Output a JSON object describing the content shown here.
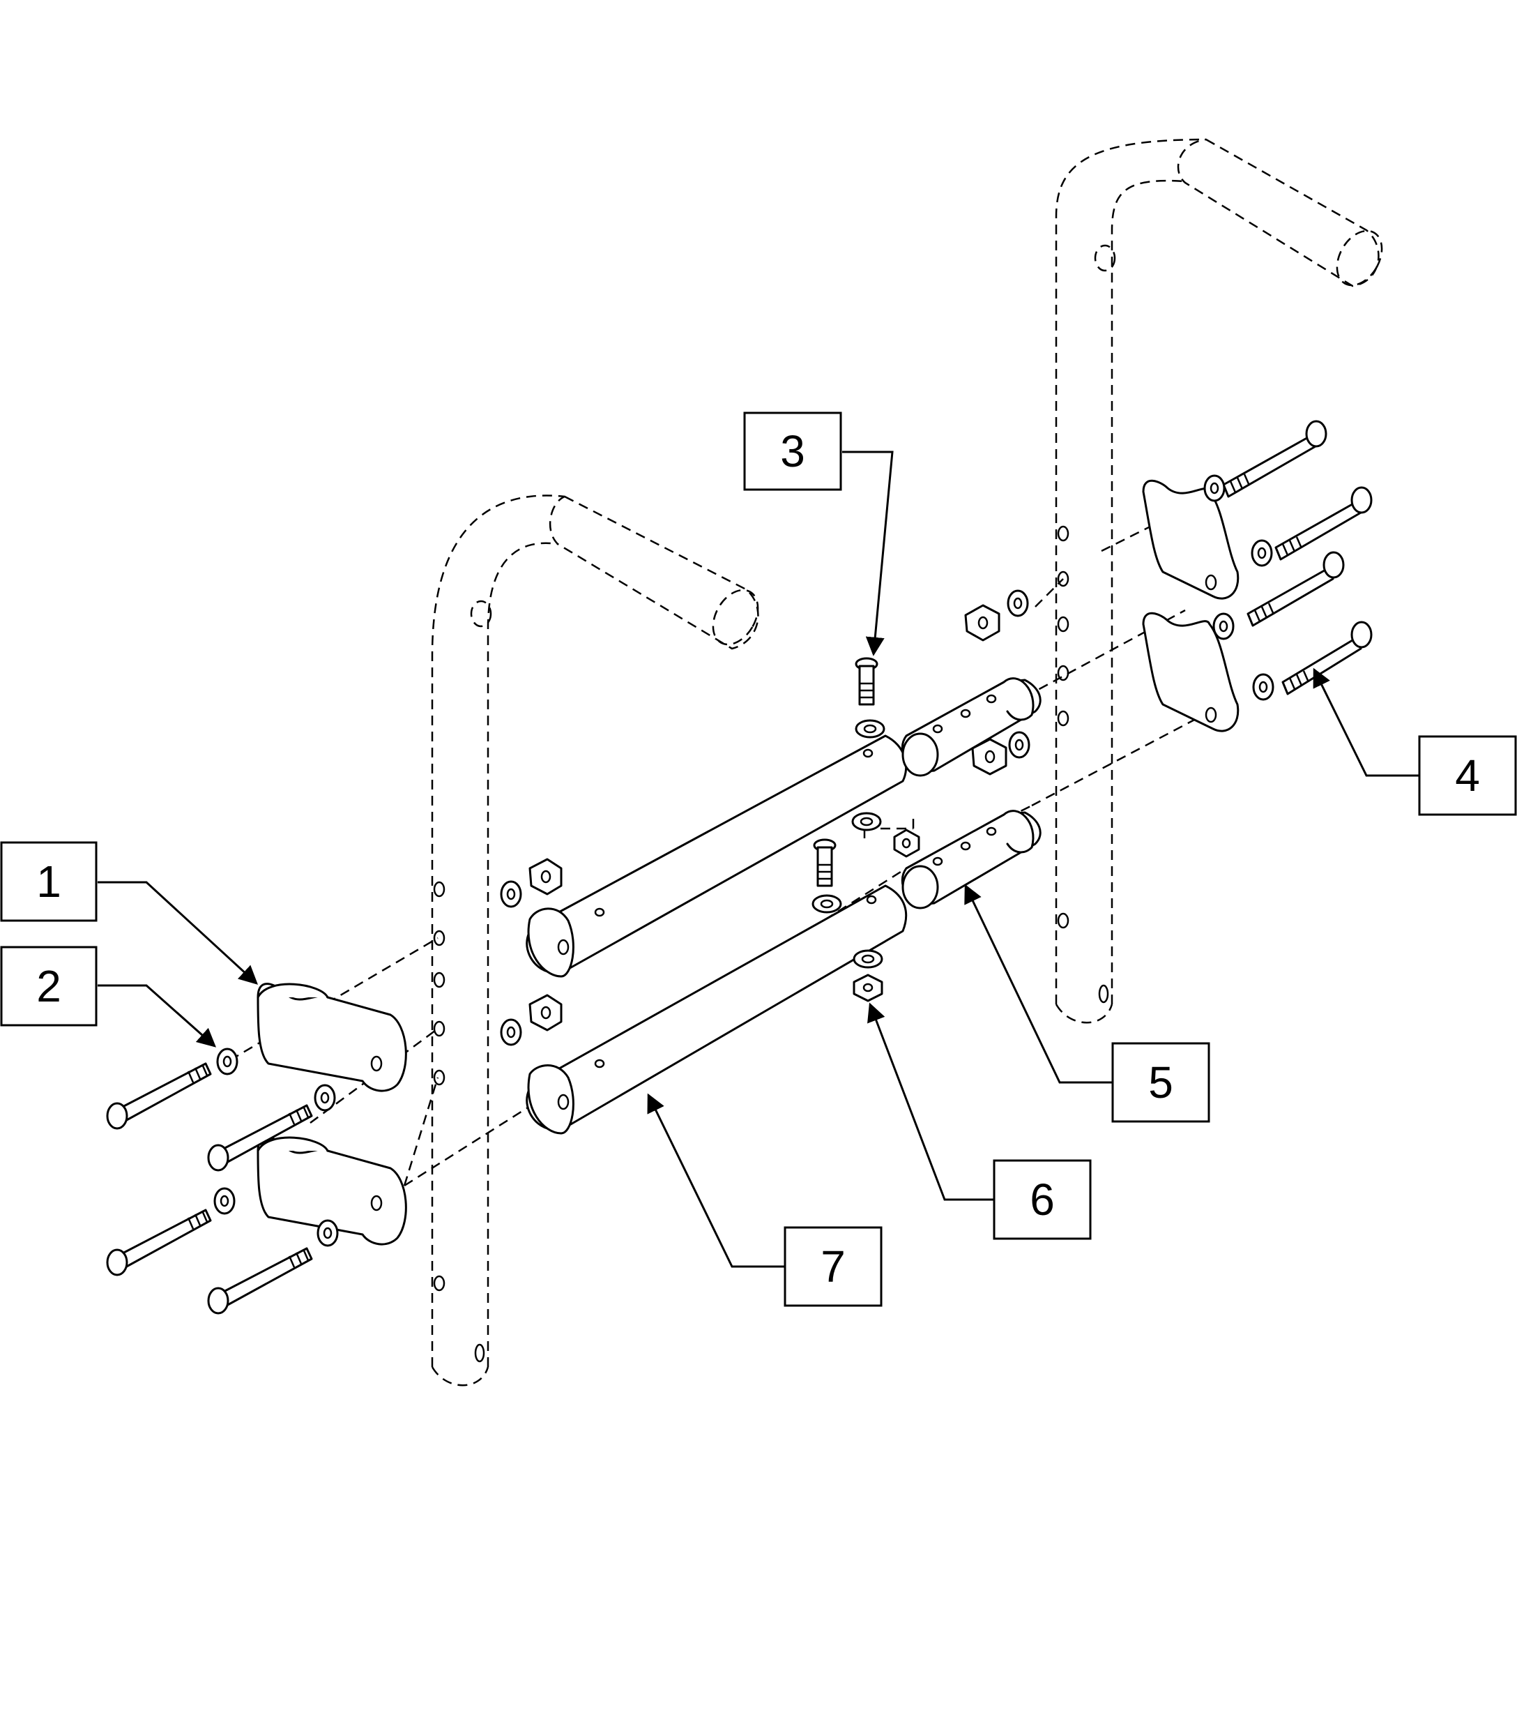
{
  "callouts": [
    {
      "number": "1"
    },
    {
      "number": "2"
    },
    {
      "number": "3"
    },
    {
      "number": "4"
    },
    {
      "number": "5"
    },
    {
      "number": "6"
    },
    {
      "number": "7"
    }
  ],
  "colors": {
    "line": "#000000",
    "background": "#ffffff"
  }
}
